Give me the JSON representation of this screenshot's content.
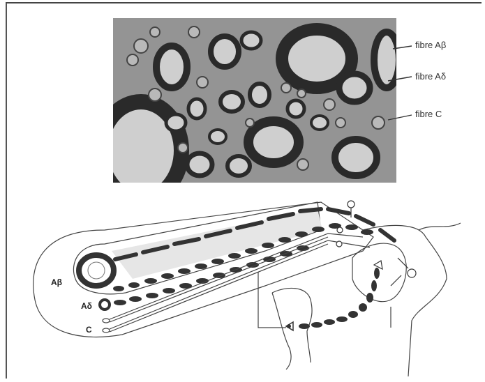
{
  "micrograph_labels": {
    "a_beta": "fibre Aβ",
    "a_delta": "fibre Aδ",
    "c": "fibre C"
  },
  "diagram_labels": {
    "a_beta": "Aβ",
    "a_delta": "Aδ",
    "c": "C"
  }
}
